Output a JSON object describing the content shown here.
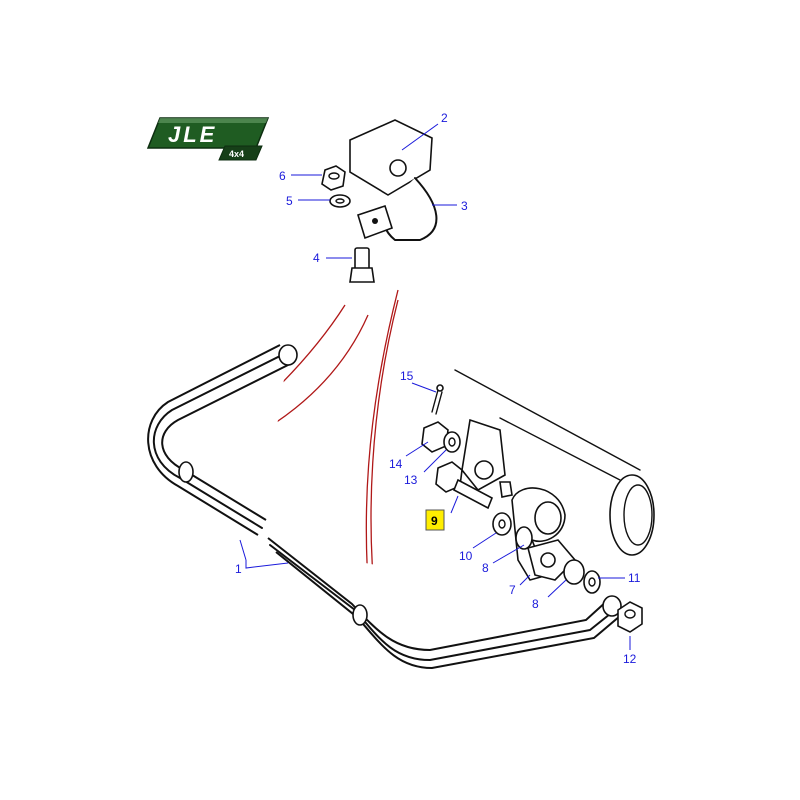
{
  "logo": {
    "brand_text": "JLE",
    "sub_text": "4x4",
    "green_color": "#1f5c22"
  },
  "parts": [
    {
      "number": "1",
      "id": "anti-roll-bar"
    },
    {
      "number": "2",
      "id": "bush"
    },
    {
      "number": "3",
      "id": "clamp-strap"
    },
    {
      "number": "4",
      "id": "bolt"
    },
    {
      "number": "5",
      "id": "washer"
    },
    {
      "number": "6",
      "id": "nut"
    },
    {
      "number": "7",
      "id": "link-arm"
    },
    {
      "number": "8",
      "id": "link-bush"
    },
    {
      "number": "9",
      "id": "ball-joint-bolt",
      "highlighted": true
    },
    {
      "number": "10",
      "id": "washer-inner"
    },
    {
      "number": "11",
      "id": "washer-outer"
    },
    {
      "number": "12",
      "id": "locknut"
    },
    {
      "number": "13",
      "id": "washer-plain"
    },
    {
      "number": "14",
      "id": "castle-nut"
    },
    {
      "number": "15",
      "id": "split-pin"
    }
  ],
  "colors": {
    "label": "#1a1adb",
    "highlight": "#ffee00",
    "assembly_line": "#b01818",
    "ink": "#111111"
  }
}
